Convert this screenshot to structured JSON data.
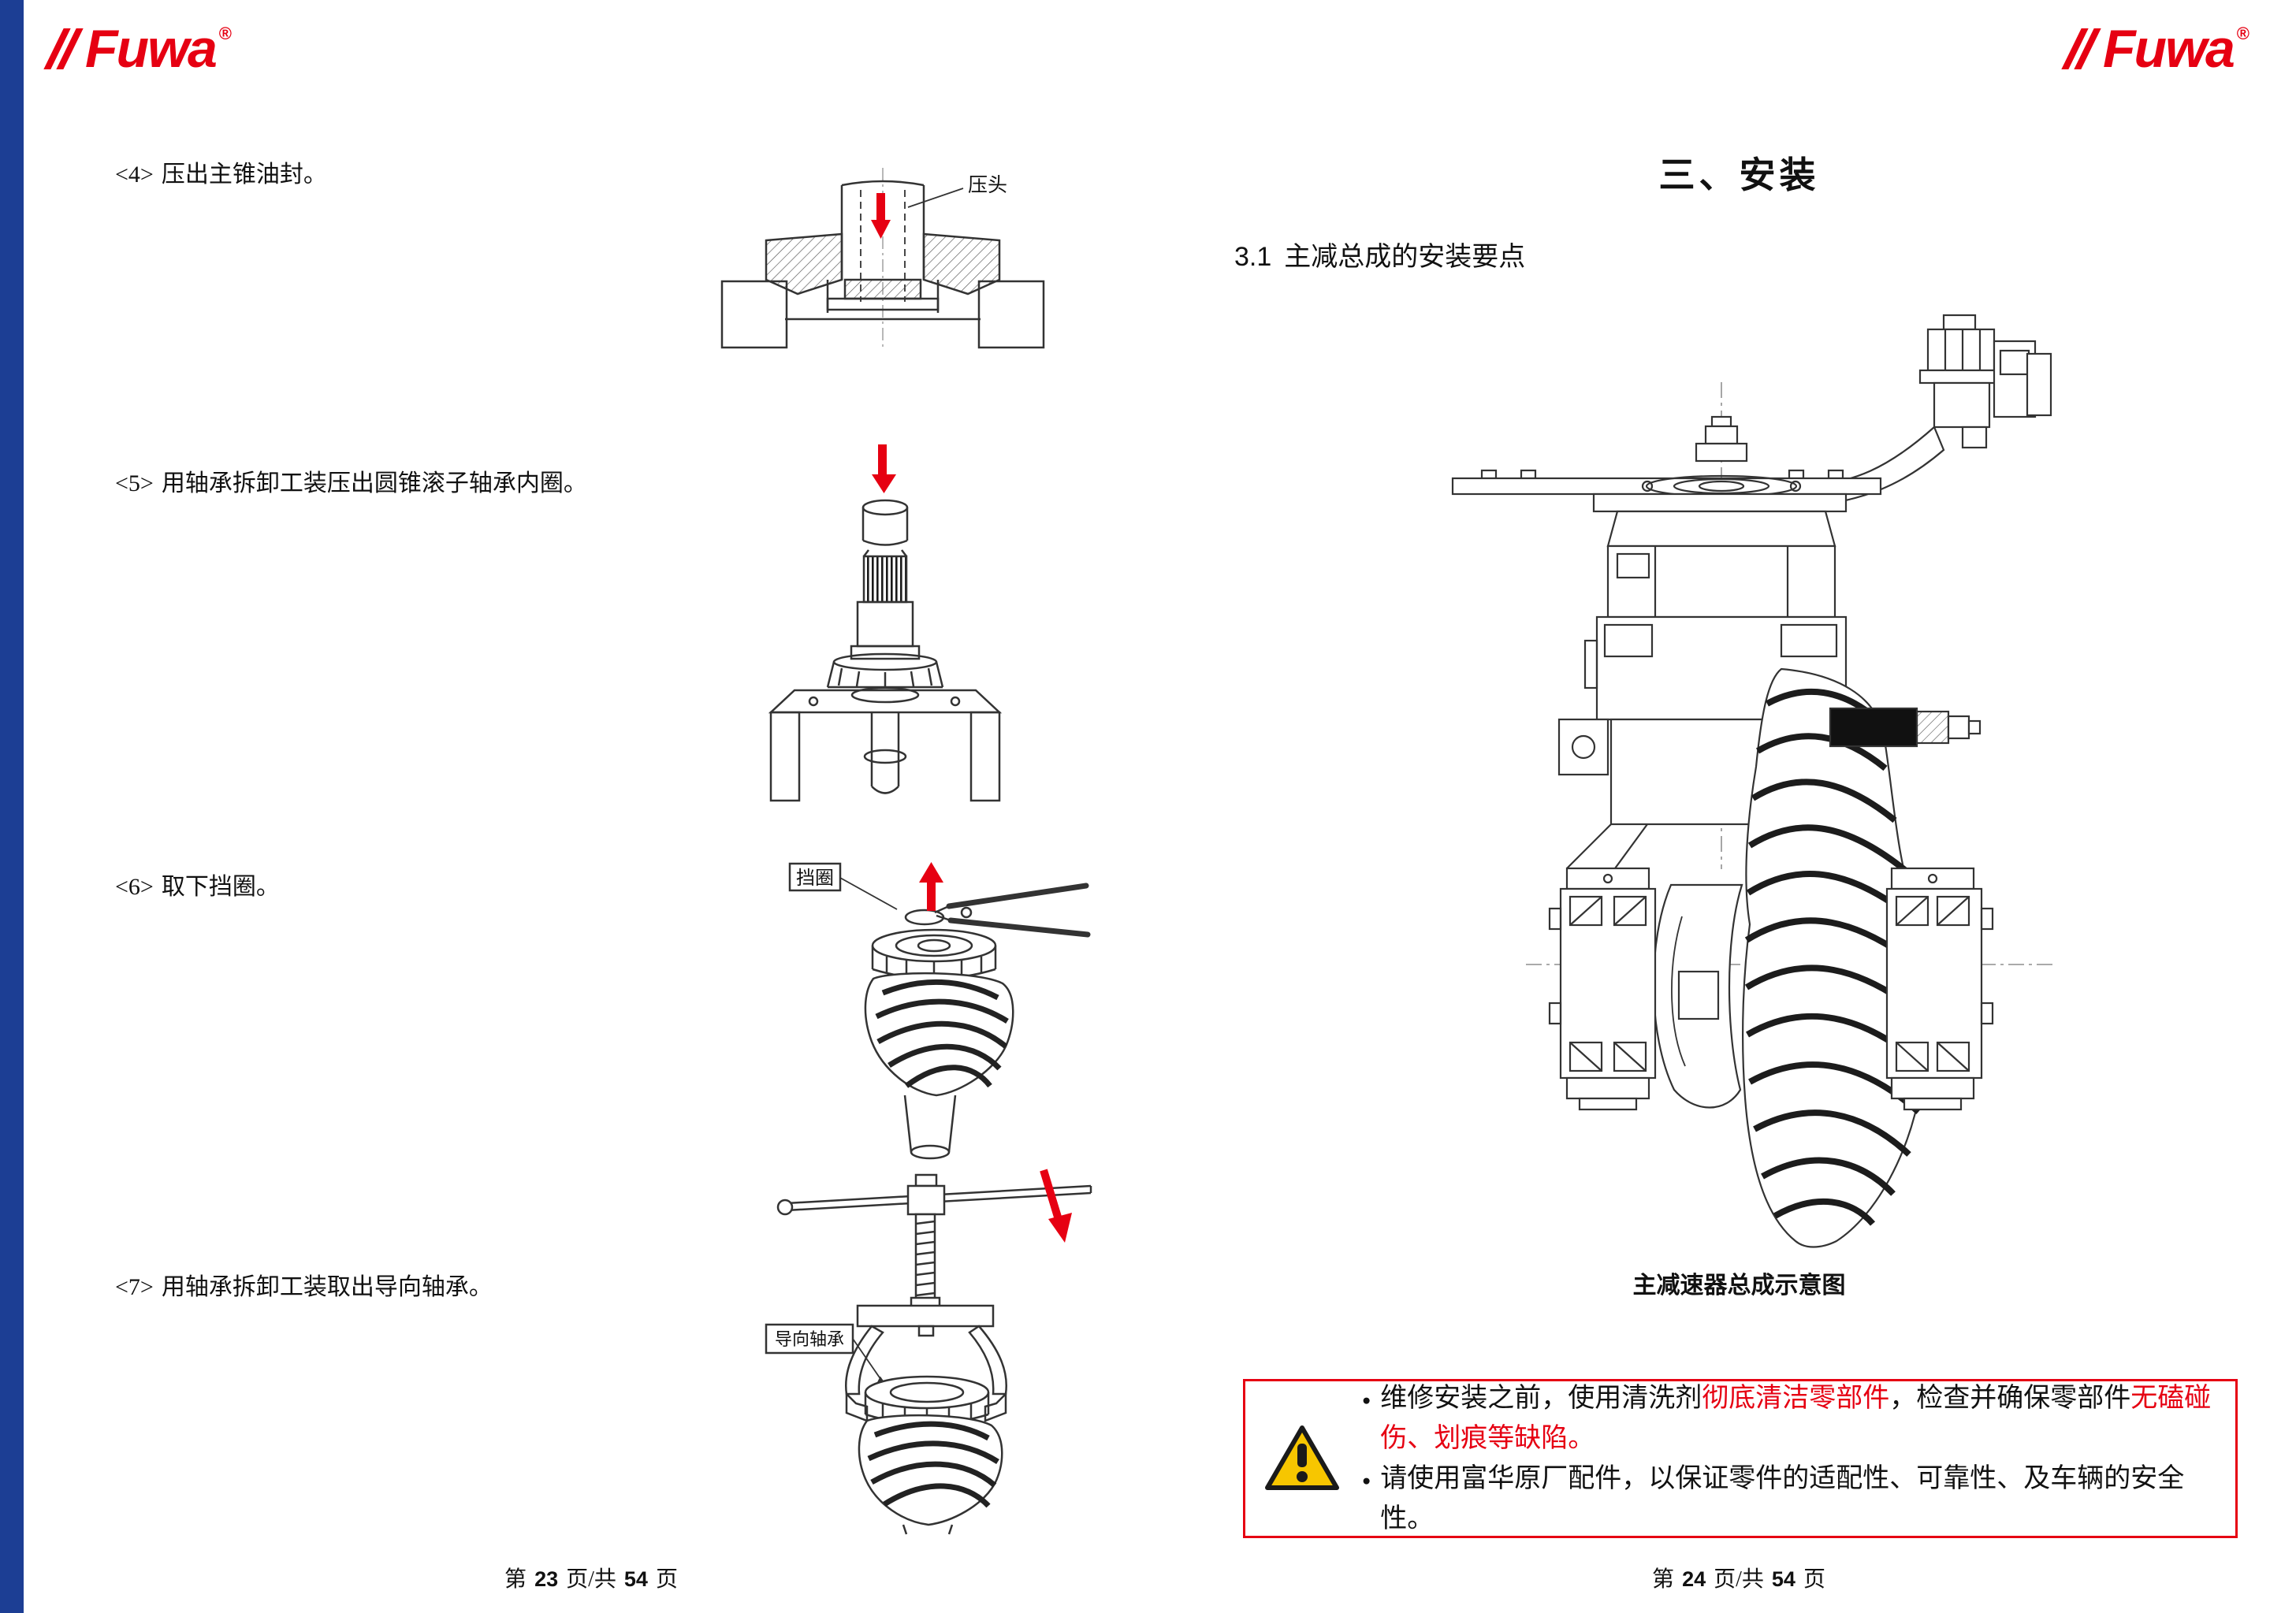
{
  "brand": {
    "name": "Fuwa",
    "registered": "®"
  },
  "colors": {
    "accent_red": "#e60012",
    "sidebar_blue": "#1c3e94",
    "warning_yellow": "#f7c600"
  },
  "page_left": {
    "steps": [
      {
        "num": "<4>",
        "text": "压出主锥油封。",
        "label": "压头"
      },
      {
        "num": "<5>",
        "text": "用轴承拆卸工装压出圆锥滚子轴承内圈。"
      },
      {
        "num": "<6>",
        "text": "取下挡圈。",
        "label": "挡圈"
      },
      {
        "num": "<7>",
        "text": "用轴承拆卸工装取出导向轴承。",
        "label": "导向轴承"
      }
    ],
    "footer": {
      "prefix": "第",
      "page": "23",
      "mid": "页/共",
      "total": "54",
      "suffix": "页"
    }
  },
  "page_right": {
    "title": "三、安装",
    "section_no": "3.1",
    "section_title": "主减总成的安装要点",
    "figure_caption": "主减速器总成示意图",
    "warning": {
      "bullet": "●",
      "line1_seg1": "维修安装之前，使用清洗剂",
      "line1_seg2": "彻底清洁零部件",
      "line1_seg3": "，检查并确保零部件",
      "line1_seg4": "无磕碰伤、划痕等缺陷。",
      "line2": "请使用富华原厂配件，以保证零件的适配性、可靠性、及车辆的安全性。"
    },
    "footer": {
      "prefix": "第",
      "page": "24",
      "mid": "页/共",
      "total": "54",
      "suffix": "页"
    }
  }
}
